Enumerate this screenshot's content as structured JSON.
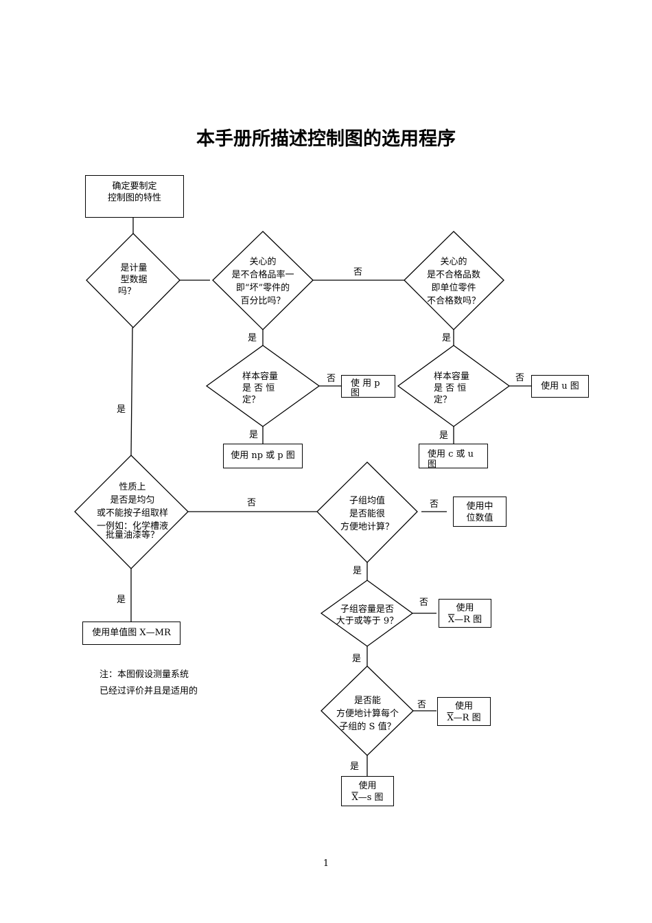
{
  "title": "本手册所描述控制图的选用程序",
  "nodes": {
    "start": [
      "确定要制定",
      "控制图的特性"
    ],
    "q_variable": [
      "是计量",
      "型数据",
      "吗？"
    ],
    "q_percent": [
      "关心的",
      "是不合格品率一",
      "即“坏”零件的",
      "百分比吗？"
    ],
    "q_count": [
      "关心的",
      "是不合格品数",
      "即单位零件",
      "不合格数吗？"
    ],
    "q_size_p": [
      "样本容量",
      "是 否 恒",
      "定？"
    ],
    "q_size_u": [
      "样本容量",
      "是 否 恒",
      "定？"
    ],
    "use_p": [
      "使 用 p",
      "图"
    ],
    "use_u": "使用 u 图",
    "use_np": "使用 np 或 p 图",
    "use_c": [
      "使用 c 或 u",
      "图"
    ],
    "q_homog": [
      "性质上",
      "是否是均匀",
      "或不能按子组取样",
      "一例如：化学槽液",
      "批量油漆等？"
    ],
    "q_mean": [
      "子组均值",
      "是否能很",
      "方便地计算？"
    ],
    "use_median": [
      "使用中",
      "位数值"
    ],
    "q_size9": [
      "子组容量是否",
      "大于或等于 9？"
    ],
    "use_xr1": [
      "使用",
      "X",
      "—R 图"
    ],
    "q_s": [
      "是否能",
      "方便地计算每个",
      "子组的 S 值？"
    ],
    "use_xr2": [
      "使用",
      "X",
      "—R 图"
    ],
    "use_xs": [
      "使用",
      "X",
      "—s 图"
    ],
    "use_xmr": "使用单值图 X—MR"
  },
  "labels": {
    "yes": "是",
    "no": "否"
  },
  "note": [
    "注：本图假设测量系统",
    "已经过评价并且是适用的"
  ],
  "page_number": "1"
}
